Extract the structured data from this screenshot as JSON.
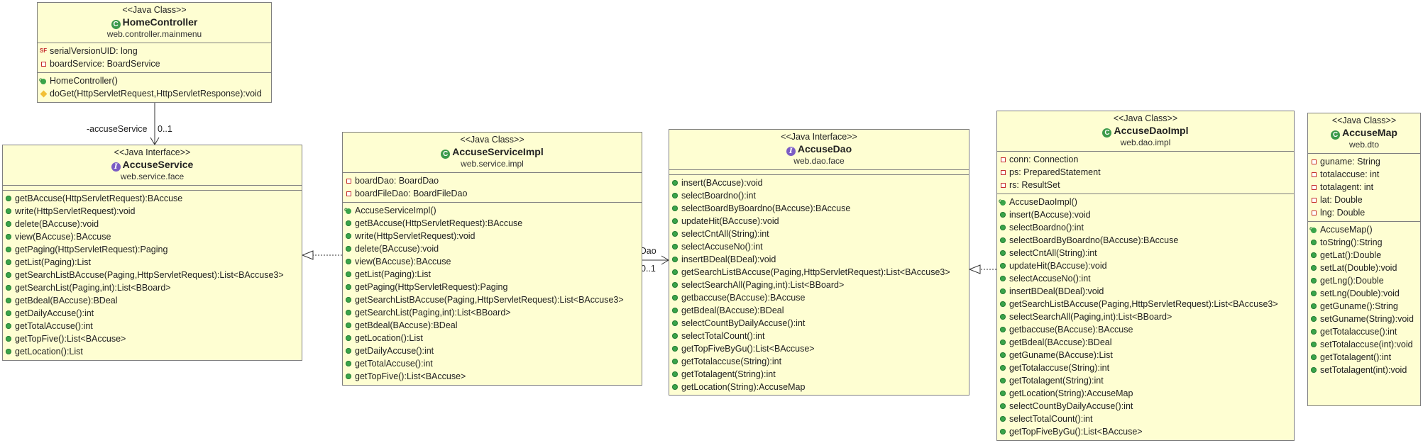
{
  "classes": {
    "home": {
      "stereotype": "<<Java Class>>",
      "name": "HomeController",
      "package": "web.controller.mainmenu",
      "kind": "class",
      "fields": [
        {
          "vis": "static-final",
          "text": "serialVersionUID: long"
        },
        {
          "vis": "private",
          "text": "boardService: BoardService"
        }
      ],
      "methods": [
        {
          "vis": "ctor",
          "text": "HomeController()"
        },
        {
          "vis": "protected",
          "text": "doGet(HttpServletRequest,HttpServletResponse):void"
        }
      ]
    },
    "accuseService": {
      "stereotype": "<<Java Interface>>",
      "name": "AccuseService",
      "package": "web.service.face",
      "kind": "interface",
      "fields": [],
      "methods": [
        {
          "vis": "public",
          "text": "getBAccuse(HttpServletRequest):BAccuse"
        },
        {
          "vis": "public",
          "text": "write(HttpServletRequest):void"
        },
        {
          "vis": "public",
          "text": "delete(BAccuse):void"
        },
        {
          "vis": "public",
          "text": "view(BAccuse):BAccuse"
        },
        {
          "vis": "public",
          "text": "getPaging(HttpServletRequest):Paging"
        },
        {
          "vis": "public",
          "text": "getList(Paging):List"
        },
        {
          "vis": "public",
          "text": "getSearchListBAccuse(Paging,HttpServletRequest):List<BAccuse3>"
        },
        {
          "vis": "public",
          "text": "getSearchList(Paging,int):List<BBoard>"
        },
        {
          "vis": "public",
          "text": "getBdeal(BAccuse):BDeal"
        },
        {
          "vis": "public",
          "text": "getDailyAccuse():int"
        },
        {
          "vis": "public",
          "text": "getTotalAccuse():int"
        },
        {
          "vis": "public",
          "text": "getTopFive():List<BAccuse>"
        },
        {
          "vis": "public",
          "text": "getLocation():List"
        }
      ]
    },
    "accuseServiceImpl": {
      "stereotype": "<<Java Class>>",
      "name": "AccuseServiceImpl",
      "package": "web.service.impl",
      "kind": "class",
      "fields": [
        {
          "vis": "private",
          "text": "boardDao: BoardDao"
        },
        {
          "vis": "private",
          "text": "boardFileDao: BoardFileDao"
        }
      ],
      "methods": [
        {
          "vis": "ctor",
          "text": "AccuseServiceImpl()"
        },
        {
          "vis": "public",
          "text": "getBAccuse(HttpServletRequest):BAccuse"
        },
        {
          "vis": "public",
          "text": "write(HttpServletRequest):void"
        },
        {
          "vis": "public",
          "text": "delete(BAccuse):void"
        },
        {
          "vis": "public",
          "text": "view(BAccuse):BAccuse"
        },
        {
          "vis": "public",
          "text": "getList(Paging):List"
        },
        {
          "vis": "public",
          "text": "getPaging(HttpServletRequest):Paging"
        },
        {
          "vis": "public",
          "text": "getSearchListBAccuse(Paging,HttpServletRequest):List<BAccuse3>"
        },
        {
          "vis": "public",
          "text": "getSearchList(Paging,int):List<BBoard>"
        },
        {
          "vis": "public",
          "text": "getBdeal(BAccuse):BDeal"
        },
        {
          "vis": "public",
          "text": "getLocation():List"
        },
        {
          "vis": "public",
          "text": "getDailyAccuse():int"
        },
        {
          "vis": "public",
          "text": "getTotalAccuse():int"
        },
        {
          "vis": "public",
          "text": "getTopFive():List<BAccuse>"
        }
      ]
    },
    "accuseDao": {
      "stereotype": "<<Java Interface>>",
      "name": "AccuseDao",
      "package": "web.dao.face",
      "kind": "interface",
      "fields": [],
      "methods": [
        {
          "vis": "public",
          "text": "insert(BAccuse):void"
        },
        {
          "vis": "public",
          "text": "selectBoardno():int"
        },
        {
          "vis": "public",
          "text": "selectBoardByBoardno(BAccuse):BAccuse"
        },
        {
          "vis": "public",
          "text": "updateHit(BAccuse):void"
        },
        {
          "vis": "public",
          "text": "selectCntAll(String):int"
        },
        {
          "vis": "public",
          "text": "selectAccuseNo():int"
        },
        {
          "vis": "public",
          "text": "insertBDeal(BDeal):void"
        },
        {
          "vis": "public",
          "text": "getSearchListBAccuse(Paging,HttpServletRequest):List<BAccuse3>"
        },
        {
          "vis": "public",
          "text": "selectSearchAll(Paging,int):List<BBoard>"
        },
        {
          "vis": "public",
          "text": "getbaccuse(BAccuse):BAccuse"
        },
        {
          "vis": "public",
          "text": "getBdeal(BAccuse):BDeal"
        },
        {
          "vis": "public",
          "text": "selectCountByDailyAccuse():int"
        },
        {
          "vis": "public",
          "text": "selectTotalCount():int"
        },
        {
          "vis": "public",
          "text": "getTopFiveByGu():List<BAccuse>"
        },
        {
          "vis": "public",
          "text": "getTotalaccuse(String):int"
        },
        {
          "vis": "public",
          "text": "getTotalagent(String):int"
        },
        {
          "vis": "public",
          "text": "getLocation(String):AccuseMap"
        }
      ]
    },
    "accuseDaoImpl": {
      "stereotype": "<<Java Class>>",
      "name": "AccuseDaoImpl",
      "package": "web.dao.impl",
      "kind": "class",
      "fields": [
        {
          "vis": "private",
          "text": "conn: Connection"
        },
        {
          "vis": "private",
          "text": "ps: PreparedStatement"
        },
        {
          "vis": "private",
          "text": "rs: ResultSet"
        }
      ],
      "methods": [
        {
          "vis": "ctor",
          "text": "AccuseDaoImpl()"
        },
        {
          "vis": "public",
          "text": "insert(BAccuse):void"
        },
        {
          "vis": "public",
          "text": "selectBoardno():int"
        },
        {
          "vis": "public",
          "text": "selectBoardByBoardno(BAccuse):BAccuse"
        },
        {
          "vis": "public",
          "text": "selectCntAll(String):int"
        },
        {
          "vis": "public",
          "text": "updateHit(BAccuse):void"
        },
        {
          "vis": "public",
          "text": "selectAccuseNo():int"
        },
        {
          "vis": "public",
          "text": "insertBDeal(BDeal):void"
        },
        {
          "vis": "public",
          "text": "getSearchListBAccuse(Paging,HttpServletRequest):List<BAccuse3>"
        },
        {
          "vis": "public",
          "text": "selectSearchAll(Paging,int):List<BBoard>"
        },
        {
          "vis": "public",
          "text": "getbaccuse(BAccuse):BAccuse"
        },
        {
          "vis": "public",
          "text": "getBdeal(BAccuse):BDeal"
        },
        {
          "vis": "public",
          "text": "getGuname(BAccuse):List"
        },
        {
          "vis": "public",
          "text": "getTotalaccuse(String):int"
        },
        {
          "vis": "public",
          "text": "getTotalagent(String):int"
        },
        {
          "vis": "public",
          "text": "getLocation(String):AccuseMap"
        },
        {
          "vis": "public",
          "text": "selectCountByDailyAccuse():int"
        },
        {
          "vis": "public",
          "text": "selectTotalCount():int"
        },
        {
          "vis": "public",
          "text": "getTopFiveByGu():List<BAccuse>"
        }
      ]
    },
    "accuseMap": {
      "stereotype": "<<Java Class>>",
      "name": "AccuseMap",
      "package": "web.dto",
      "kind": "class",
      "fields": [
        {
          "vis": "private",
          "text": "guname: String"
        },
        {
          "vis": "private",
          "text": "totalaccuse: int"
        },
        {
          "vis": "private",
          "text": "totalagent: int"
        },
        {
          "vis": "private",
          "text": "lat: Double"
        },
        {
          "vis": "private",
          "text": "lng: Double"
        }
      ],
      "methods": [
        {
          "vis": "ctor",
          "text": "AccuseMap()"
        },
        {
          "vis": "public",
          "text": "toString():String"
        },
        {
          "vis": "public",
          "text": "getLat():Double"
        },
        {
          "vis": "public",
          "text": "setLat(Double):void"
        },
        {
          "vis": "public",
          "text": "getLng():Double"
        },
        {
          "vis": "public",
          "text": "setLng(Double):void"
        },
        {
          "vis": "public",
          "text": "getGuname():String"
        },
        {
          "vis": "public",
          "text": "setGuname(String):void"
        },
        {
          "vis": "public",
          "text": "getTotalaccuse():int"
        },
        {
          "vis": "public",
          "text": "setTotalaccuse(int):void"
        },
        {
          "vis": "public",
          "text": "getTotalagent():int"
        },
        {
          "vis": "public",
          "text": "setTotalagent(int):void"
        }
      ]
    }
  },
  "associations": {
    "home_to_service": {
      "role": "-accuseService",
      "multiplicity": "0..1"
    },
    "impl_to_dao": {
      "role": "-accuseDao",
      "multiplicity": "0..1"
    }
  },
  "colors": {
    "box_fill": "#fefed2",
    "border": "#7f7f7f",
    "public": "#3aa54a",
    "private": "#c42d2d",
    "protected": "#f2c037",
    "class_icon": "#3c9a4a",
    "interface_icon": "#7b5cc4"
  }
}
